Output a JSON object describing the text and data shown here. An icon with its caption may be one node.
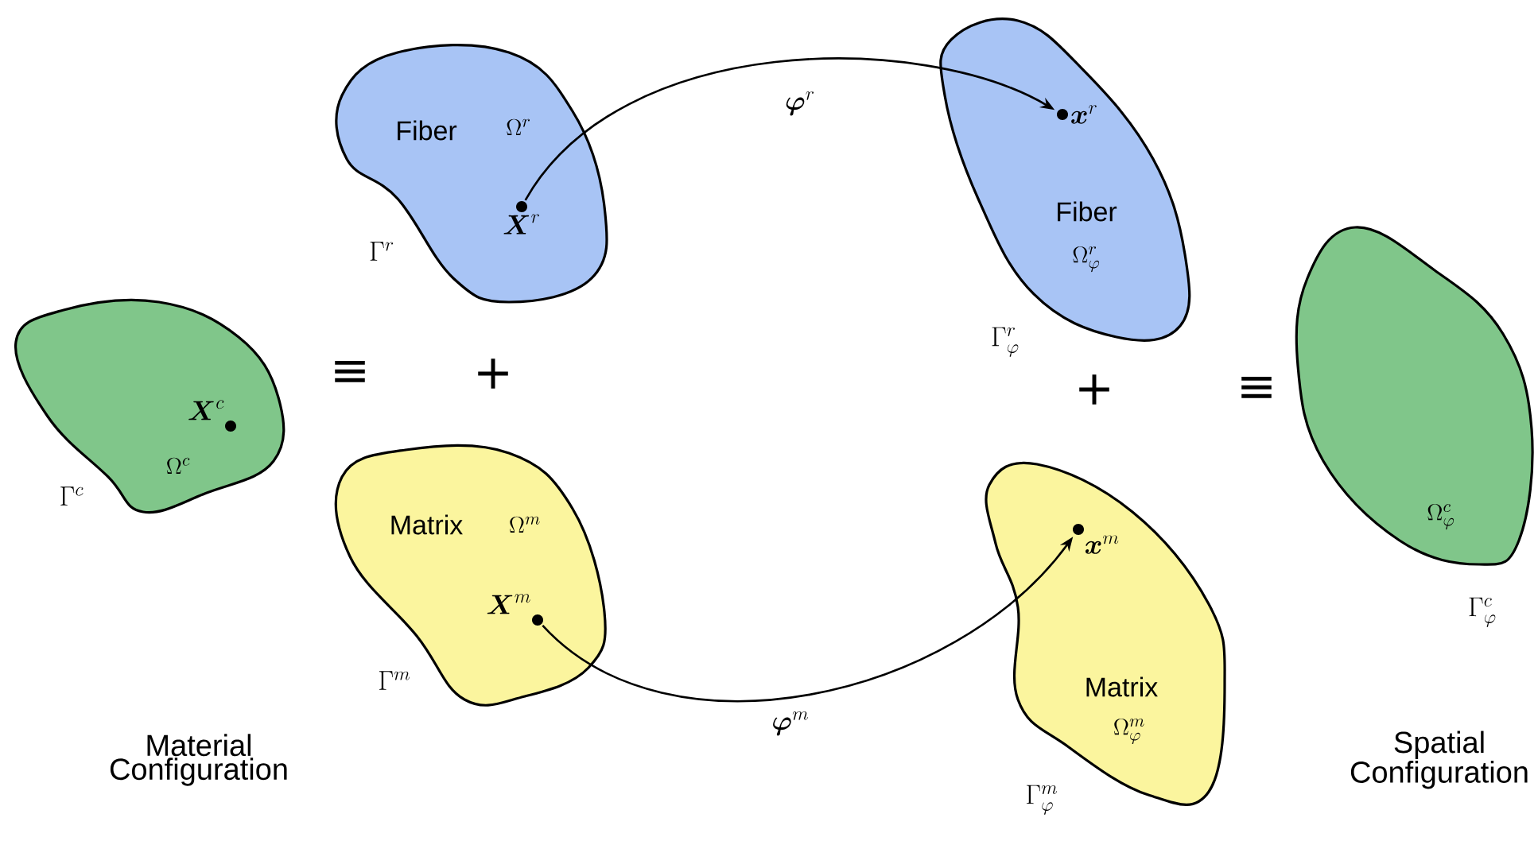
{
  "diagram": {
    "nodes": [
      {
        "text": [
          "\\Omega^{c}"
        ],
        "beside": [
          "\\Gamma^{c}"
        ]
      },
      {
        "text": [
          "\\boldsymbol{X}^{c}"
        ],
        "in": 0
      },
      {
        "text": [
          "Fiber",
          "\\Omega^{r}"
        ],
        "beside": [
          "\\Gamma^{r}"
        ]
      },
      {
        "text": [
          "\\boldsymbol{X}^{r}"
        ],
        "in": 2
      },
      {
        "text": [
          "Matrix",
          "\\Omega^{m}"
        ],
        "beside": [
          "\\Gamma^{m}"
        ]
      },
      {
        "text": [
          "\\boldsymbol{X}^{m}"
        ],
        "in": 4
      },
      {
        "text": [
          "Fiber",
          "\\Omega^{r}_{\\varphi}"
        ],
        "beside": [
          "\\Gamma^{r}_{\\varphi}"
        ]
      },
      {
        "text": [
          "\\boldsymbol{x}^{r}"
        ],
        "in": 6
      },
      {
        "text": [
          "Matrix",
          "\\Omega^{m}_{\\varphi}"
        ],
        "beside": [
          "\\Gamma^{m}_{\\varphi}"
        ]
      },
      {
        "text": [
          "\\boldsymbol{x}^{m}"
        ],
        "in": 8
      },
      {
        "text": [
          "\\Omega^{c}_{\\varphi}"
        ],
        "beside": [
          "\\Gamma^{c}_{\\varphi}"
        ]
      }
    ],
    "edges": [
      {
        "from": 3,
        "to": 7,
        "arrow": "to",
        "label": "\\boldsymbol{\\varphi}^{r}"
      },
      {
        "from": 5,
        "to": 9,
        "arrow": "to",
        "label": "\\boldsymbol{\\varphi}^{m}"
      }
    ],
    "labels": [
      "≡",
      "+",
      "+",
      "≡",
      "Material Configuration",
      "Spatial Configuration"
    ]
  }
}
